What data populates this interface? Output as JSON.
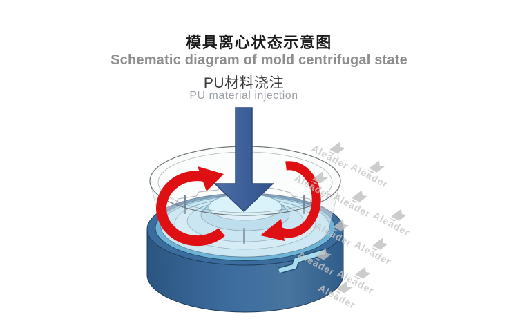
{
  "header": {
    "title_zh": "模具离心状态示意图",
    "title_en": "Schematic diagram of mold centrifugal state"
  },
  "injection": {
    "zh": "PU材料浇注",
    "en": "PU material injection"
  },
  "watermark": {
    "text": "Aleader"
  },
  "icons": {
    "injection_arrow": "down-arrow-icon",
    "rotation_left": "curved-rotation-arrow-icon",
    "rotation_right": "curved-rotation-arrow-icon",
    "logo": "aleader-logo-icon"
  },
  "colors": {
    "title": "#1b1b1b",
    "subtitle": "#8d8d8d",
    "label_zh": "#3b3b3b",
    "label_en": "#9aa0a5",
    "injection_arrow_blue": "#3d5f99",
    "injection_arrow_border": "#2b4976",
    "rotation_arrow_red": "#df1013",
    "mold_base_blue": "#3a6c9e",
    "mold_liquid_light_blue": "#a6dcf0",
    "mold_hub_light": "#c9edf9",
    "glass_rim_gray": "#eef2f5",
    "watermark_gray": "#c5c5c5",
    "divider_gray": "#dcdcdc"
  }
}
